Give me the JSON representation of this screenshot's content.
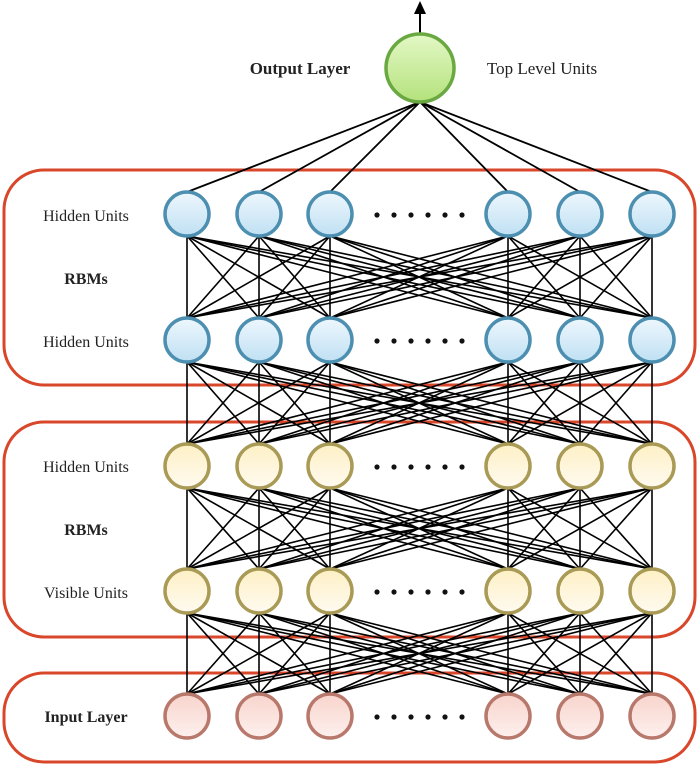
{
  "output": {
    "label": "Output Layer",
    "caption": "Top Level Units"
  },
  "rbm_group_1": {
    "top_label": "Hidden Units",
    "middle_label": "RBMs",
    "bottom_label": "Hidden Units"
  },
  "rbm_group_2": {
    "top_label": "Hidden Units",
    "middle_label": "RBMs",
    "bottom_label": "Visible Units"
  },
  "input": {
    "label": "Input Layer"
  },
  "ellipsis": "• • • • • •",
  "colors": {
    "box_border": "#d9472b",
    "output_fill": "#c9ee9e",
    "output_stroke": "#6aa842",
    "blue_fill": "#d6ecf8",
    "blue_stroke": "#4d8fb0",
    "yellow_fill": "#fdf3cf",
    "yellow_stroke": "#a99a55",
    "pink_fill": "#f9dcd6",
    "pink_stroke": "#b8786c",
    "edge": "#000000"
  }
}
